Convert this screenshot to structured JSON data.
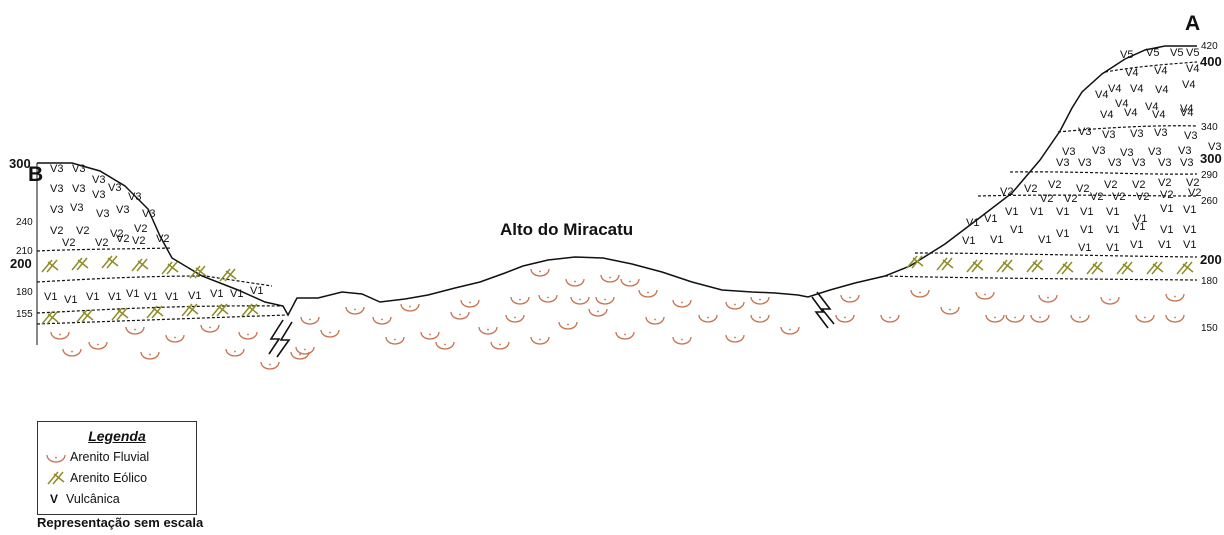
{
  "title": "Alto do Miracatu",
  "end_left": "B",
  "end_right": "A",
  "colors": {
    "fluvial": "#c8724e",
    "eolico": "#8f8c28",
    "line": "#111111"
  },
  "units": {
    "v1": "V1",
    "v2": "V2",
    "v3": "V3",
    "v4": "V4",
    "v5": "V5"
  },
  "elevations_left": {
    "e300": "300",
    "e240": "240",
    "e210": "210",
    "e200": "200",
    "e180": "180",
    "e155": "155"
  },
  "elevations_right": {
    "e420": "420",
    "e400": "400",
    "e340": "340",
    "e300": "300",
    "e290": "290",
    "e260": "260",
    "e200": "200",
    "e180": "180",
    "e150": "150"
  },
  "legend": {
    "title": "Legenda",
    "items": [
      {
        "symbol": "fluvial-icon",
        "label": "Arenito Fluvial"
      },
      {
        "symbol": "eolico-icon",
        "label": "Arenito Eólico"
      },
      {
        "symbol": "V",
        "label": "Vulcânica"
      }
    ]
  },
  "scale_note": "Representação sem escala"
}
